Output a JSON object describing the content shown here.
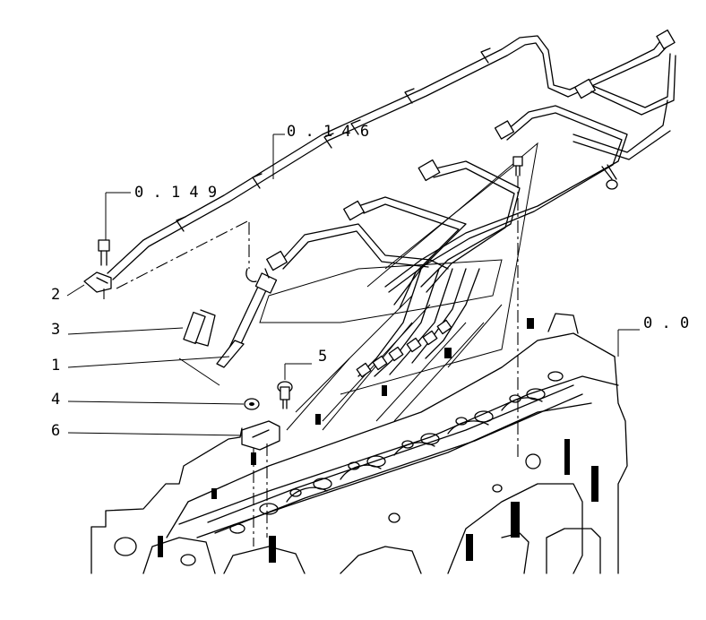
{
  "callouts": {
    "ref_0_146": "0 . 1 4 6",
    "ref_0_149": "0 . 1 4 9",
    "ref_0_0": "0 . 0",
    "item_1": "1",
    "item_2": "2",
    "item_3": "3",
    "item_4": "4",
    "item_5": "5",
    "item_6": "6"
  },
  "colors": {
    "line": "#000000",
    "background": "#ffffff"
  }
}
